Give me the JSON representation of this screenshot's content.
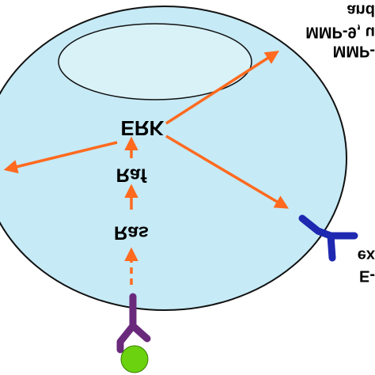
{
  "labels": {
    "erk": "ERK",
    "raf": "Raf",
    "ras": "Ras",
    "right_top_1": "and",
    "right_top_2": "MMP-9, u",
    "right_top_3": "MMP-",
    "right_mid_1": "ex",
    "right_mid_2": "E-"
  },
  "colors": {
    "cell_fill": "#c6eaf6",
    "nucleus_fill": "#d8f2f8",
    "outline": "#111111",
    "arrow": "#ff6a1f",
    "receptor_bottom": "#6a2a7c",
    "ligand": "#6ad20f",
    "receptor_right": "#1e28b0"
  },
  "icons": {
    "receptor_bottom": "receptor-y-shape-icon",
    "ligand": "ligand-ball-icon",
    "receptor_right": "cadherin-y-shape-icon"
  }
}
